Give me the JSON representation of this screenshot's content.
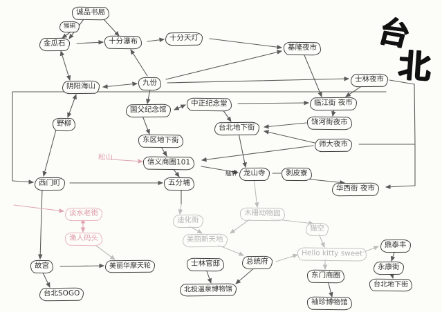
{
  "title": {
    "line1": "台",
    "line2": "北"
  },
  "nodes": {
    "houtong": {
      "label": "猴硐"
    },
    "eslite": {
      "label": "诚品书局"
    },
    "jinguashi": {
      "label": "金瓜石"
    },
    "shifen_falls": {
      "label": "十分瀑布"
    },
    "shifen_lantern": {
      "label": "十分天灯"
    },
    "keelung_night": {
      "label": "基隆夜市"
    },
    "yinyang_sea": {
      "label": "阴阳海山"
    },
    "jiufen": {
      "label": "九份"
    },
    "shilin_night": {
      "label": "士林夜市"
    },
    "yehliu": {
      "label": "野柳"
    },
    "sun_yat_sen_hall": {
      "label": "国父纪念馆"
    },
    "cks_hall": {
      "label": "中正纪念堂"
    },
    "linjiang_night": {
      "label": "临江街 夜市"
    },
    "raohe_night": {
      "label": "饶河街夜市"
    },
    "taipei_underground": {
      "label": "台北地下街"
    },
    "east_underground": {
      "label": "东区地下街"
    },
    "shida_night": {
      "label": "师大夜市"
    },
    "songshan": {
      "label": "松山"
    },
    "xinyi_101": {
      "label": "信义商圈101"
    },
    "mengjia": {
      "label": "艋舺"
    },
    "longshan_temple": {
      "label": "龙山寺"
    },
    "bopiliao": {
      "label": "剥皮寮"
    },
    "ximending": {
      "label": "西门町"
    },
    "wufenpu": {
      "label": "五分埔"
    },
    "huaxi_night": {
      "label": "华西街 夜市"
    },
    "danshui_old_street": {
      "label": "淡水老街"
    },
    "dihua_street": {
      "label": "迪化街"
    },
    "muzha_zoo": {
      "label": "木栅动物园"
    },
    "maokong": {
      "label": "猫空"
    },
    "fisherman_wharf": {
      "label": "渔人码头"
    },
    "xintiandi": {
      "label": "美丽新天地"
    },
    "hello_kitty_sweet": {
      "label": "Hello kitty sweet"
    },
    "din_tai_fung": {
      "label": "鼎泰丰"
    },
    "palace_museum": {
      "label": "故宫"
    },
    "miramar_wheel": {
      "label": "美丽华摩天轮"
    },
    "shilin_residence": {
      "label": "士林官邸"
    },
    "presidential_office": {
      "label": "总统府"
    },
    "dongmen_circle": {
      "label": "东门商圈"
    },
    "yongkang_street": {
      "label": "永康街"
    },
    "taipei_underground_2": {
      "label": "台北地下街"
    },
    "beitou_museum": {
      "label": "北投温泉博物馆"
    },
    "miniatures_museum": {
      "label": "袖珍博物馆"
    },
    "taipei_sogo": {
      "label": "台北SOGO"
    }
  }
}
